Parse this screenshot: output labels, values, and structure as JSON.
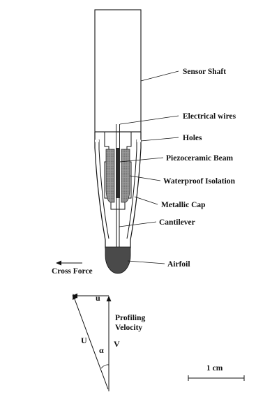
{
  "labels": {
    "sensor_shaft": "Sensor Shaft",
    "electrical_wires": "Electrical wires",
    "holes": "Holes",
    "piezoceramic_beam": "Piezoceramic Beam",
    "waterproof_isolation": "Waterproof Isolation",
    "metallic_cap": "Metallic Cap",
    "cantilever": "Cantilever",
    "airfoil": "Airfoil",
    "cross_force": "Cross Force"
  },
  "vector_diagram": {
    "u": "u",
    "U": "U",
    "V": "V",
    "alpha": "α",
    "profiling": "Profiling",
    "velocity": "Velocity"
  },
  "scale_bar": {
    "label": "1 cm"
  },
  "colors": {
    "ink": "#111111",
    "beam_fill": "#8a8a8a",
    "airfoil_fill": "#4a4a4a"
  }
}
